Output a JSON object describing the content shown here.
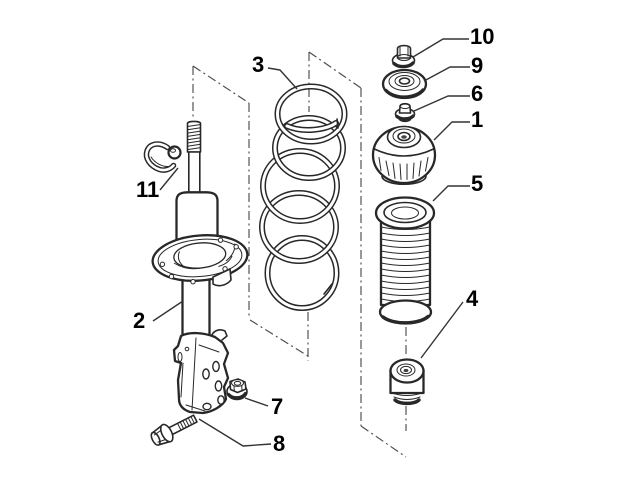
{
  "diagram": {
    "kind": "exploded-parts-diagram",
    "subject": "front suspension strut assembly",
    "background_color": "#ffffff",
    "ink_color": "#282828",
    "centerline_color": "#4d4d4d",
    "label_color": "#000000",
    "callouts": {
      "right_column": [
        "10",
        "9",
        "6",
        "1",
        "5",
        "4"
      ],
      "left_column": [
        "3",
        "11",
        "2",
        "7",
        "8"
      ]
    }
  }
}
